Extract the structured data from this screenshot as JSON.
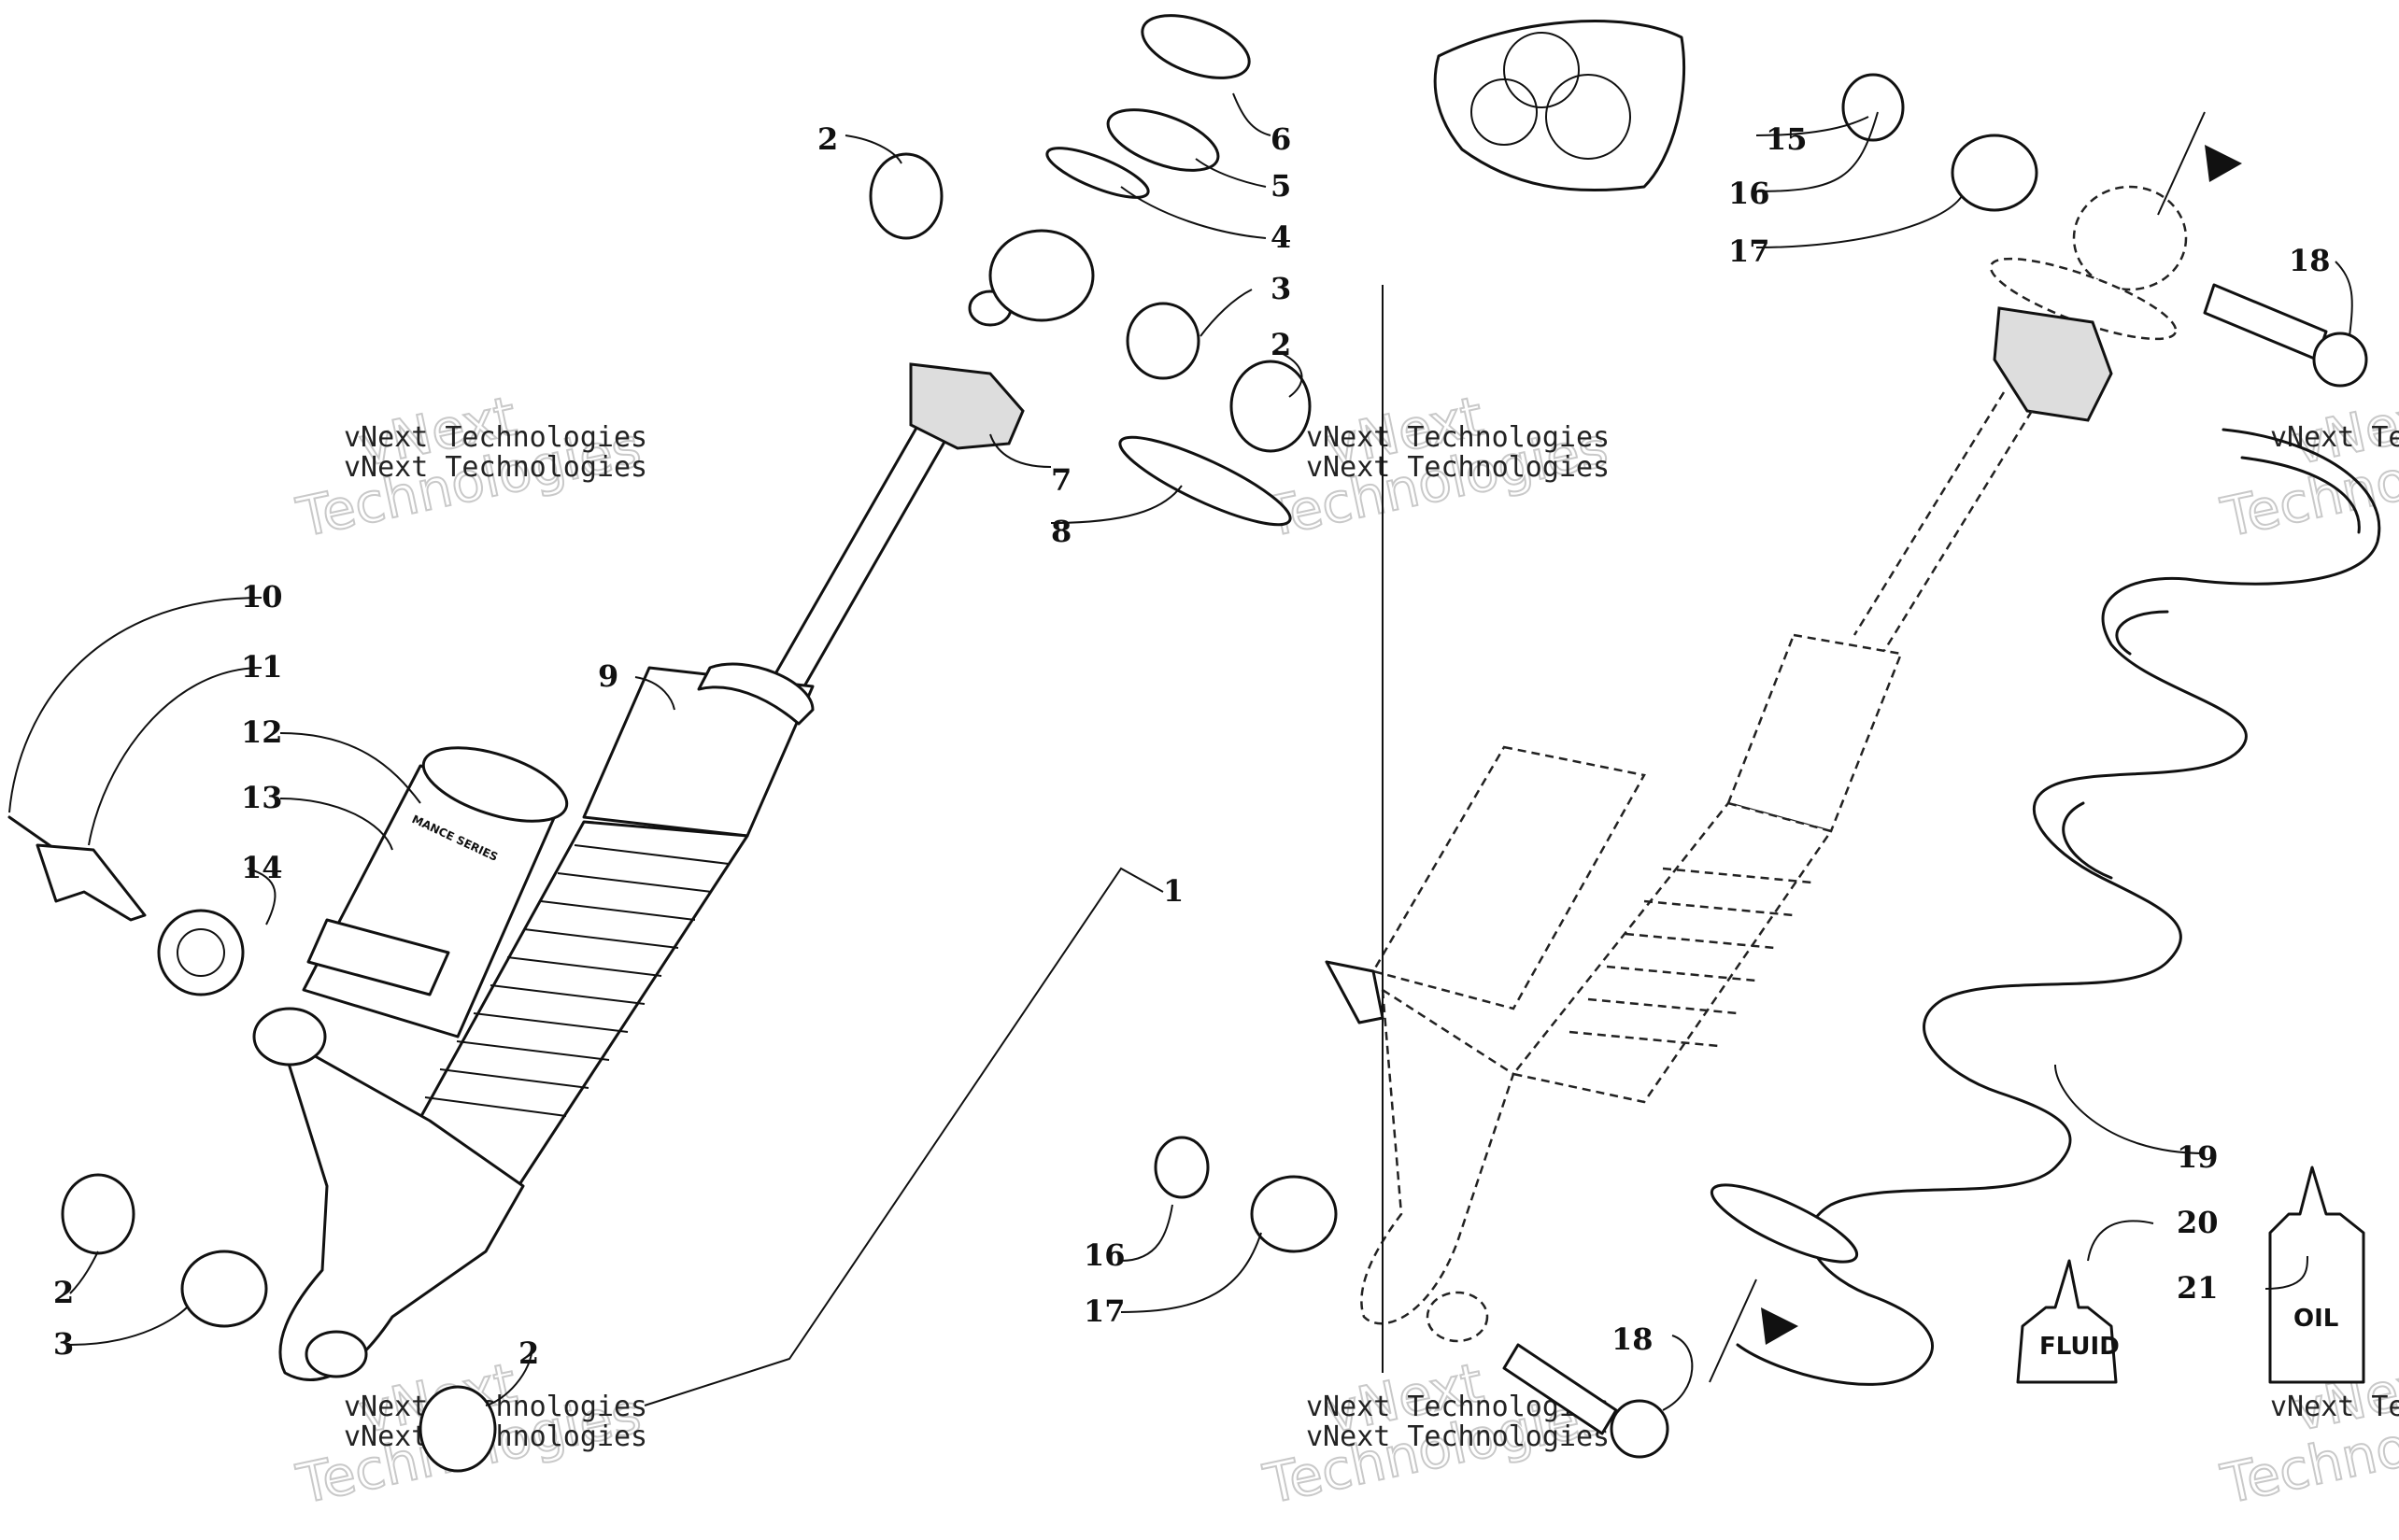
{
  "callouts": {
    "c1": "1",
    "c2a": "2",
    "c2b": "2",
    "c2c": "2",
    "c2d": "2",
    "c3a": "3",
    "c3b": "3",
    "c4": "4",
    "c5": "5",
    "c6": "6",
    "c7": "7",
    "c8": "8",
    "c9": "9",
    "c10": "10",
    "c11": "11",
    "c12": "12",
    "c13": "13",
    "c14": "14",
    "c15": "15",
    "c16a": "16",
    "c16b": "16",
    "c17a": "17",
    "c17b": "17",
    "c18a": "18",
    "c18b": "18",
    "c19": "19",
    "c20": "20",
    "c21": "21"
  },
  "watermark": {
    "line1": "vNext",
    "line2": "Technologies",
    "caption": "vNext Technologies"
  },
  "labels": {
    "fluid": "FLUID",
    "oil": "OIL",
    "series": "MANCE SERIES"
  },
  "colors": {
    "ink": "#111111",
    "watermark": "#c9c9c9",
    "foam": "#dddddd"
  }
}
